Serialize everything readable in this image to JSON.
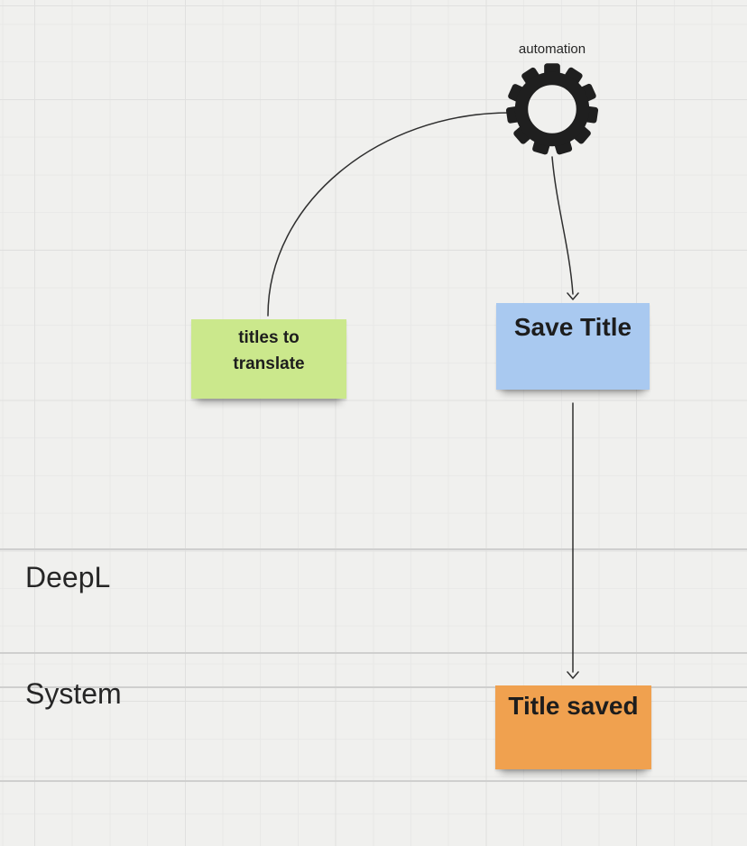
{
  "colors": {
    "canvas_bg": "#f0f0ee",
    "grid_minor": "#e8e8e7",
    "grid_major": "#e0e0df",
    "lane_line": "#cfcfce",
    "connector": "#2f2f2f",
    "icon": "#1f1f1f",
    "label_text": "#262626",
    "sticky_text": "#1d1d1d",
    "sticky_green": "#cbe88c",
    "sticky_blue": "#a9c9f0",
    "sticky_orange": "#f0a14f"
  },
  "automation": {
    "label": "automation",
    "icon": "gear-icon"
  },
  "lanes": [
    {
      "label": "DeepL"
    },
    {
      "label": "System"
    }
  ],
  "stickies": [
    {
      "id": "titles-to-translate",
      "text": "titles to\ntranslate",
      "color_key": "sticky_green"
    },
    {
      "id": "save-title",
      "text": "Save Title",
      "color_key": "sticky_blue"
    },
    {
      "id": "title-saved",
      "text": "Title saved",
      "color_key": "sticky_orange"
    }
  ],
  "connectors": [
    {
      "id": "gear-to-titles-to-translate",
      "from": "automation-gear",
      "to": "titles-to-translate",
      "arrowhead": "none"
    },
    {
      "id": "gear-to-save-title",
      "from": "automation-gear",
      "to": "save-title",
      "arrowhead": "end"
    },
    {
      "id": "save-title-to-title-saved",
      "from": "save-title",
      "to": "title-saved",
      "arrowhead": "end"
    }
  ]
}
